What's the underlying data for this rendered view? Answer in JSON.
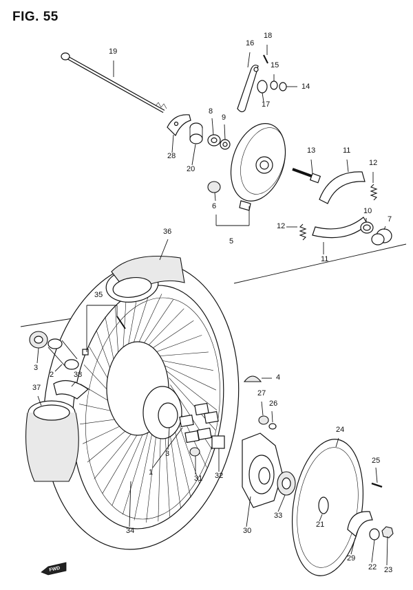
{
  "figure": {
    "title": "FIG. 55"
  },
  "fwd_label": "FWD",
  "parts": [
    {
      "id": "19",
      "label": "19"
    },
    {
      "id": "18",
      "label": "18"
    },
    {
      "id": "16",
      "label": "16"
    },
    {
      "id": "15",
      "label": "15"
    },
    {
      "id": "14",
      "label": "14"
    },
    {
      "id": "17",
      "label": "17"
    },
    {
      "id": "8",
      "label": "8"
    },
    {
      "id": "9",
      "label": "9"
    },
    {
      "id": "28",
      "label": "28"
    },
    {
      "id": "20",
      "label": "20"
    },
    {
      "id": "13",
      "label": "13"
    },
    {
      "id": "11a",
      "label": "11"
    },
    {
      "id": "12a",
      "label": "12"
    },
    {
      "id": "6",
      "label": "6"
    },
    {
      "id": "10",
      "label": "10"
    },
    {
      "id": "7",
      "label": "7"
    },
    {
      "id": "12b",
      "label": "12"
    },
    {
      "id": "5",
      "label": "5"
    },
    {
      "id": "11b",
      "label": "11"
    },
    {
      "id": "36",
      "label": "36"
    },
    {
      "id": "35",
      "label": "35"
    },
    {
      "id": "3a",
      "label": "3"
    },
    {
      "id": "2",
      "label": "2"
    },
    {
      "id": "38",
      "label": "38"
    },
    {
      "id": "37",
      "label": "37"
    },
    {
      "id": "4",
      "label": "4"
    },
    {
      "id": "27",
      "label": "27"
    },
    {
      "id": "26",
      "label": "26"
    },
    {
      "id": "3b",
      "label": "3"
    },
    {
      "id": "1",
      "label": "1"
    },
    {
      "id": "31",
      "label": "31"
    },
    {
      "id": "32",
      "label": "32"
    },
    {
      "id": "24",
      "label": "24"
    },
    {
      "id": "25",
      "label": "25"
    },
    {
      "id": "30",
      "label": "30"
    },
    {
      "id": "33",
      "label": "33"
    },
    {
      "id": "21",
      "label": "21"
    },
    {
      "id": "34",
      "label": "34"
    },
    {
      "id": "29",
      "label": "29"
    },
    {
      "id": "22",
      "label": "22"
    },
    {
      "id": "23",
      "label": "23"
    }
  ]
}
